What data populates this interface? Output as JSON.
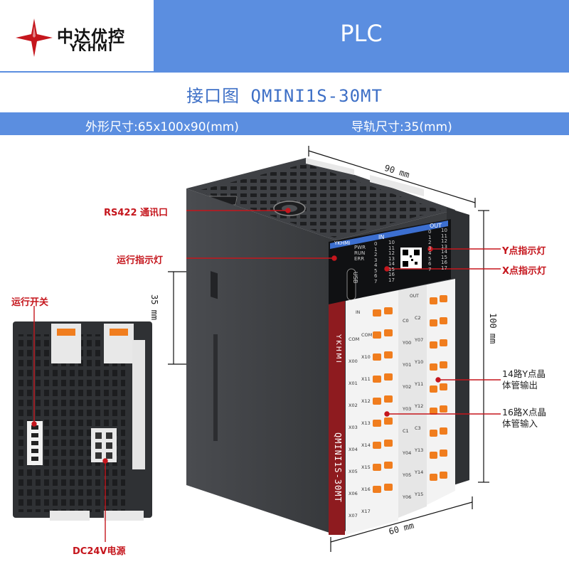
{
  "header": {
    "brand_cn": "中达优控",
    "brand_en": "YKHMI",
    "title": "PLC"
  },
  "subtitle": "接口图 QMINI1S-30MT",
  "dimensions": {
    "outer": "外形尺寸:65x100x90(mm)",
    "rail": "导轨尺寸:35(mm)"
  },
  "measurements": {
    "depth": "90 mm",
    "height": "100 mm",
    "width": "60 mm",
    "rail": "35 mm"
  },
  "callouts": {
    "rs422": "RS422 通讯口",
    "run_led": "运行指示灯",
    "y_led": "Y点指示灯",
    "x_led": "X点指示灯",
    "run_switch": "运行开关",
    "y_out_line1": "14路Y点晶",
    "y_out_line2": "体管输出",
    "x_in_line1": "16路X点晶",
    "x_in_line2": "体管输入",
    "power": "DC24V电源"
  },
  "device": {
    "model": "QMINI1S-30MT",
    "brand": "YKHMI",
    "status_leds": [
      "PWR",
      "RUN",
      "ERR"
    ],
    "in_header": "IN",
    "out_header": "OUT",
    "usb_label": "USB",
    "in_col_a": [
      "0",
      "1",
      "2",
      "3",
      "4",
      "5",
      "6",
      "7"
    ],
    "in_col_b": [
      "10",
      "11",
      "12",
      "13",
      "14",
      "15",
      "16",
      "17"
    ],
    "out_col_a": [
      "0",
      "1",
      "2",
      "3",
      "4",
      "5",
      "6",
      "7"
    ],
    "out_col_b": [
      "10",
      "11",
      "12",
      "13",
      "14",
      "15",
      "16",
      "17"
    ],
    "in_terminal_header": "IN",
    "out_terminal_header": "OUT",
    "in_terminals_a": [
      "COM",
      "X00",
      "X01",
      "X02",
      "X03",
      "X04",
      "X05",
      "X06",
      "X07"
    ],
    "in_terminals_b": [
      "COM",
      "X10",
      "X11",
      "X12",
      "X13",
      "X14",
      "X15",
      "X16",
      "X17"
    ],
    "out_terminals_a": [
      "C0",
      "Y00",
      "Y01",
      "Y02",
      "Y03",
      "C1",
      "Y04",
      "Y05",
      "Y06"
    ],
    "out_terminals_b": [
      "C2",
      "Y07",
      "Y10",
      "Y11",
      "Y12",
      "C3",
      "Y13",
      "Y14",
      "Y15"
    ]
  },
  "colors": {
    "accent_blue": "#5b8ee0",
    "callout_red": "#c5161d",
    "housing": "#3b3d40",
    "terminal_orange": "#f07d1e",
    "side_stripe": "#8e1b1f"
  }
}
